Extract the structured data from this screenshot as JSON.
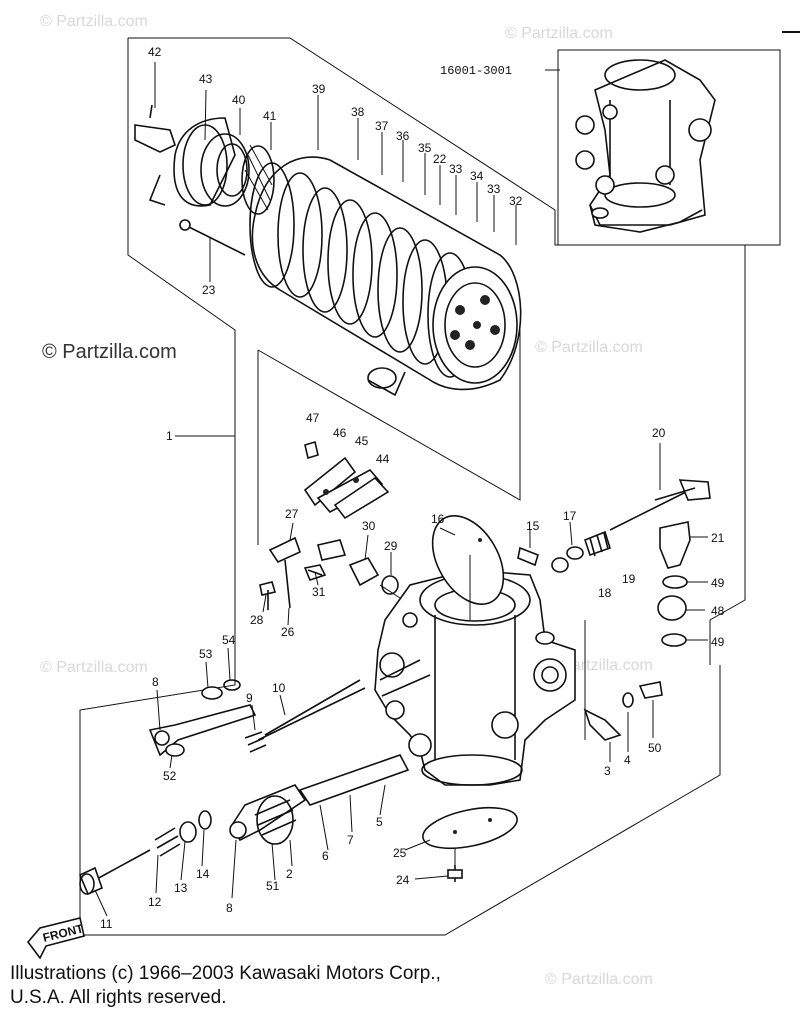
{
  "watermark_text": "© Partzilla.com",
  "watermark_main": "© Partzilla.com",
  "assembly_part_number": "16001-3001",
  "front_label": "FRONT",
  "copyright_line1": "Illustrations (c) 1966–2003 Kawasaki Motors Corp.,",
  "copyright_line2": "U.S.A.  All rights reserved.",
  "callouts": {
    "c1": "1",
    "c2": "2",
    "c3": "3",
    "c4": "4",
    "c5": "5",
    "c6": "6",
    "c7": "7",
    "c8a": "8",
    "c8b": "8",
    "c9": "9",
    "c10": "10",
    "c11": "11",
    "c12": "12",
    "c13": "13",
    "c14": "14",
    "c15": "15",
    "c16": "16",
    "c17": "17",
    "c18": "18",
    "c19": "19",
    "c20": "20",
    "c21": "21",
    "c22": "22",
    "c23": "23",
    "c24": "24",
    "c25": "25",
    "c26": "26",
    "c27": "27",
    "c28": "28",
    "c29": "29",
    "c30": "30",
    "c31": "31",
    "c32": "32",
    "c33a": "33",
    "c33b": "33",
    "c34": "34",
    "c35": "35",
    "c36": "36",
    "c37": "37",
    "c38": "38",
    "c39": "39",
    "c40": "40",
    "c41": "41",
    "c42": "42",
    "c43": "43",
    "c44": "44",
    "c45": "45",
    "c46": "46",
    "c47": "47",
    "c48": "48",
    "c49a": "49",
    "c49b": "49",
    "c50": "50",
    "c51": "51",
    "c52": "52",
    "c53": "53",
    "c54": "54"
  },
  "colors": {
    "ink": "#111111",
    "watermark": "#d8d8d8",
    "background": "#ffffff"
  }
}
